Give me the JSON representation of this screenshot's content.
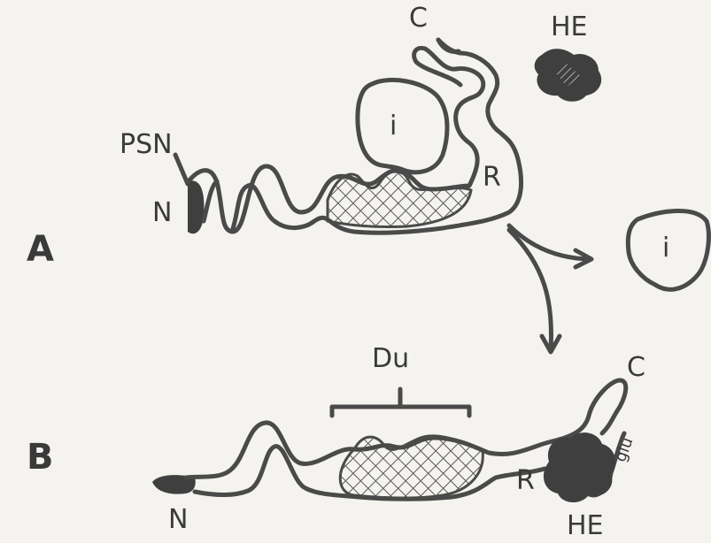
{
  "diagram": {
    "panels": {
      "a": {
        "label": "A"
      },
      "b": {
        "label": "B"
      }
    },
    "labels": {
      "c_top": "C",
      "he_top": "HE",
      "psn": "PSN",
      "i_bound": "i",
      "r_top": "R",
      "n_top": "N",
      "i_free": "i",
      "du": "Du",
      "c_bottom": "C",
      "glu": "glu",
      "r_bottom": "R",
      "n_bottom": "N",
      "he_bottom": "HE"
    },
    "colors": {
      "ink": "#4a4a4a",
      "fill_dark": "#3f3f3f",
      "background": "#f4f3ef"
    }
  }
}
